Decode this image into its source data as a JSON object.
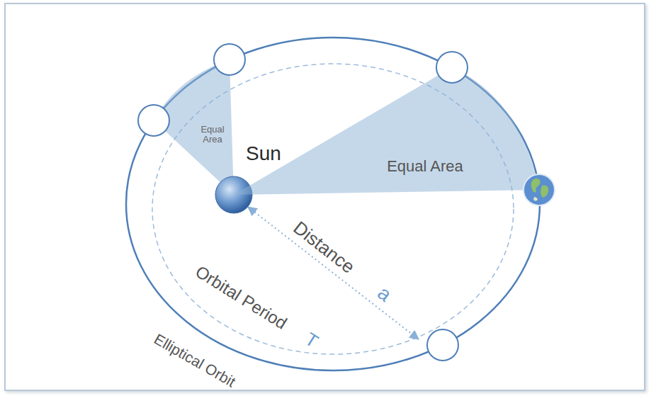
{
  "diagram": {
    "nodes": [
      {
        "text": [
          "Equal Area"
        ]
      },
      {
        "text": [
          "Sun"
        ]
      },
      {
        "text": [
          "Equal Area"
        ]
      }
    ],
    "labels": [
      "Distance",
      "a",
      "Orbital Period",
      "T",
      "Elliptical Orbit"
    ]
  }
}
